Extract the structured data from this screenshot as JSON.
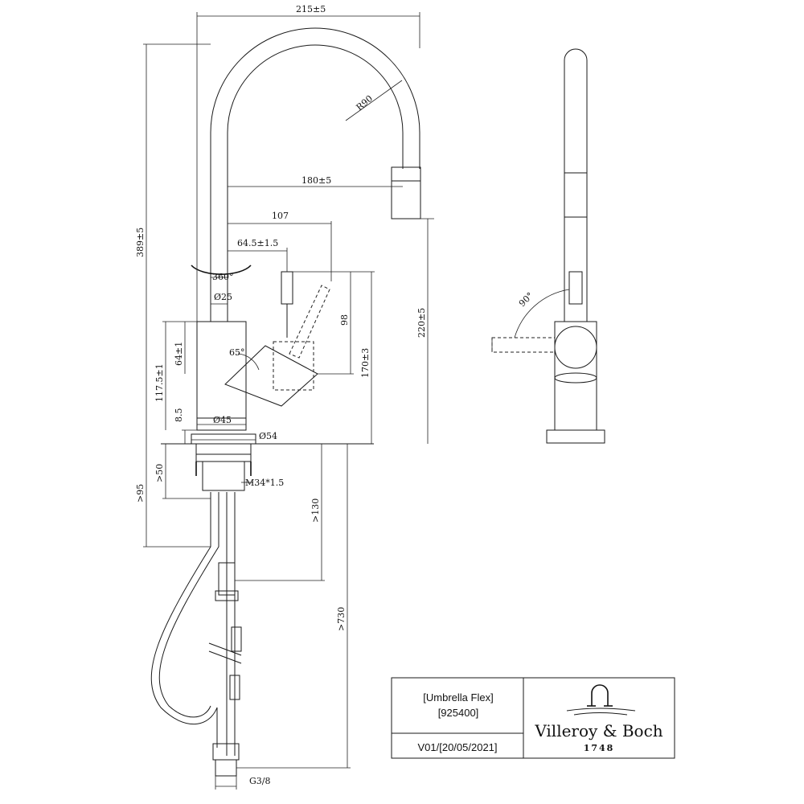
{
  "dimensions": {
    "width_total": "215±5",
    "radius": "R90",
    "reach": "180±5",
    "lever_offset_1": "107",
    "lever_offset_2": "64.5±1.5",
    "rotation": "360°",
    "spout_diameter": "Ø25",
    "height_total": "389±5",
    "spout_height": "220±5",
    "lever_height": "170±3",
    "lever_travel": "98",
    "lever_angle": "65°",
    "body_height_1": "64±1",
    "body_height_2": "117.5±1",
    "base_height": "8.5",
    "base_diameter": "Ø45",
    "plate_diameter": "Ø54",
    "thread": "M34*1.5",
    "min_50": ">50",
    "min_95": ">95",
    "min_130": ">130",
    "min_730": ">730",
    "connection": "G3/8",
    "side_angle": "90°"
  },
  "title_block": {
    "product_name": "[Umbrella Flex]",
    "product_code": "[925400]",
    "version": "V01/[20/05/2021]",
    "brand": "Villeroy & Boch",
    "year": "1748"
  }
}
